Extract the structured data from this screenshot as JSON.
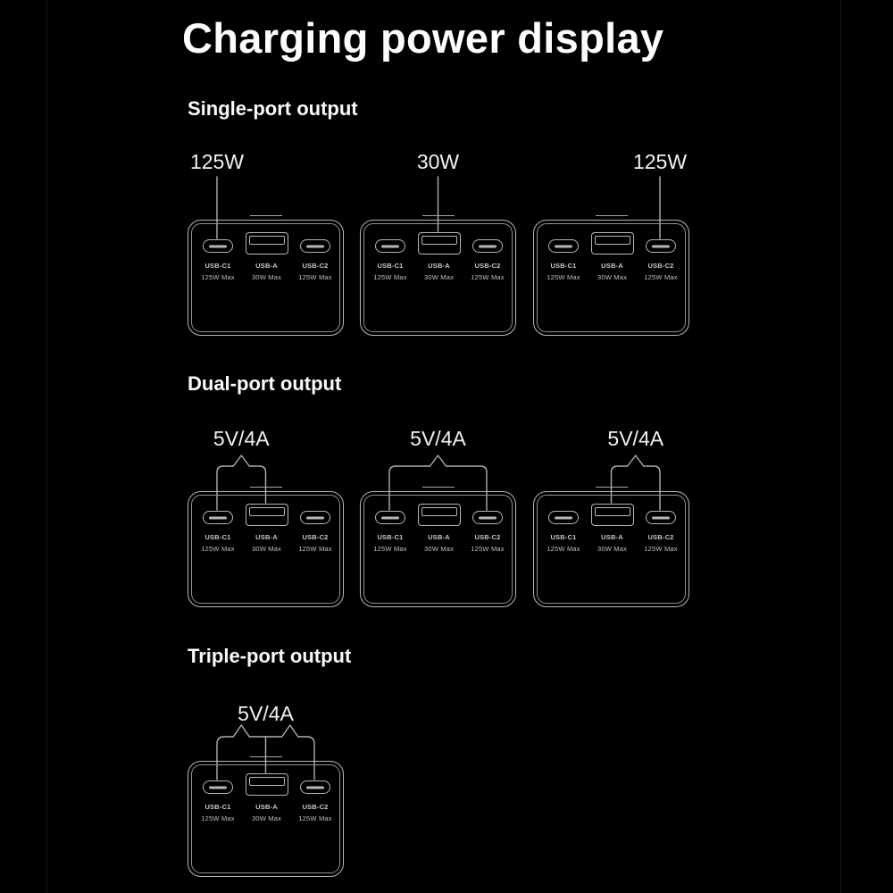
{
  "page": {
    "title": "Charging power display",
    "background_color": "#000000",
    "line_color": "#b0b0b0",
    "title_color": "#fdfdfd",
    "port_label_color": "#c6c6c6"
  },
  "ports": [
    {
      "name": "USB-C1",
      "rating": "125W Max",
      "type": "usb-c"
    },
    {
      "name": "USB-A",
      "rating": "30W Max",
      "type": "usb-a"
    },
    {
      "name": "USB-C2",
      "rating": "125W Max",
      "type": "usb-c"
    }
  ],
  "sections": [
    {
      "heading": "Single-port output",
      "devices": [
        {
          "callout_label": "125W",
          "targets": [
            "USB-C1"
          ]
        },
        {
          "callout_label": "30W",
          "targets": [
            "USB-A"
          ]
        },
        {
          "callout_label": "125W",
          "targets": [
            "USB-C2"
          ]
        }
      ]
    },
    {
      "heading": "Dual-port output",
      "devices": [
        {
          "callout_label": "5V/4A",
          "targets": [
            "USB-C1",
            "USB-A"
          ]
        },
        {
          "callout_label": "5V/4A",
          "targets": [
            "USB-C1",
            "USB-C2"
          ]
        },
        {
          "callout_label": "5V/4A",
          "targets": [
            "USB-A",
            "USB-C2"
          ]
        }
      ]
    },
    {
      "heading": "Triple-port output",
      "devices": [
        {
          "callout_label": "5V/4A",
          "targets": [
            "USB-C1",
            "USB-A",
            "USB-C2"
          ]
        }
      ]
    }
  ]
}
